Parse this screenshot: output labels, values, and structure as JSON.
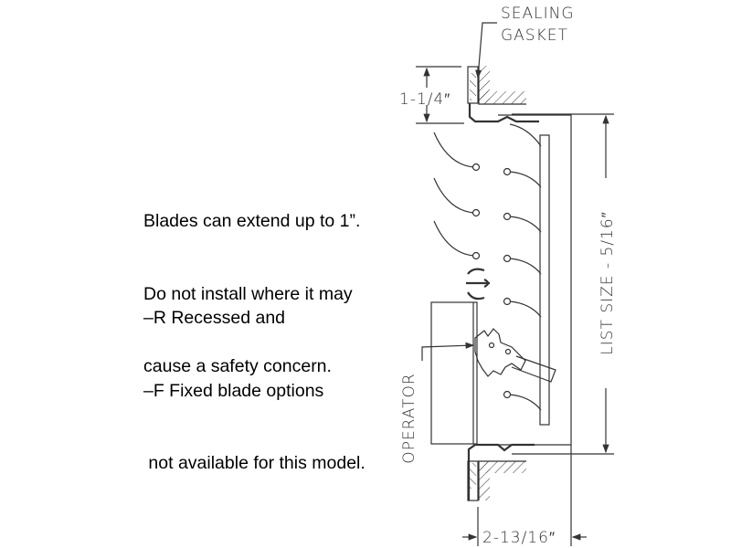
{
  "note": {
    "lines_1": [
      "Blades can extend up to 1”.",
      "Do not install where it may",
      "cause a safety concern."
    ],
    "lines_2": [
      "–R Recessed and",
      "–F Fixed blade options",
      " not available for this model."
    ]
  },
  "labels": {
    "sealing": "SEALING",
    "gasket": "GASKET",
    "flange_dim": "1-1/4″",
    "list_size": "LIST SIZE  -  5/16″",
    "operator": "OPERATOR",
    "depth_dim": "2-13/16″"
  }
}
